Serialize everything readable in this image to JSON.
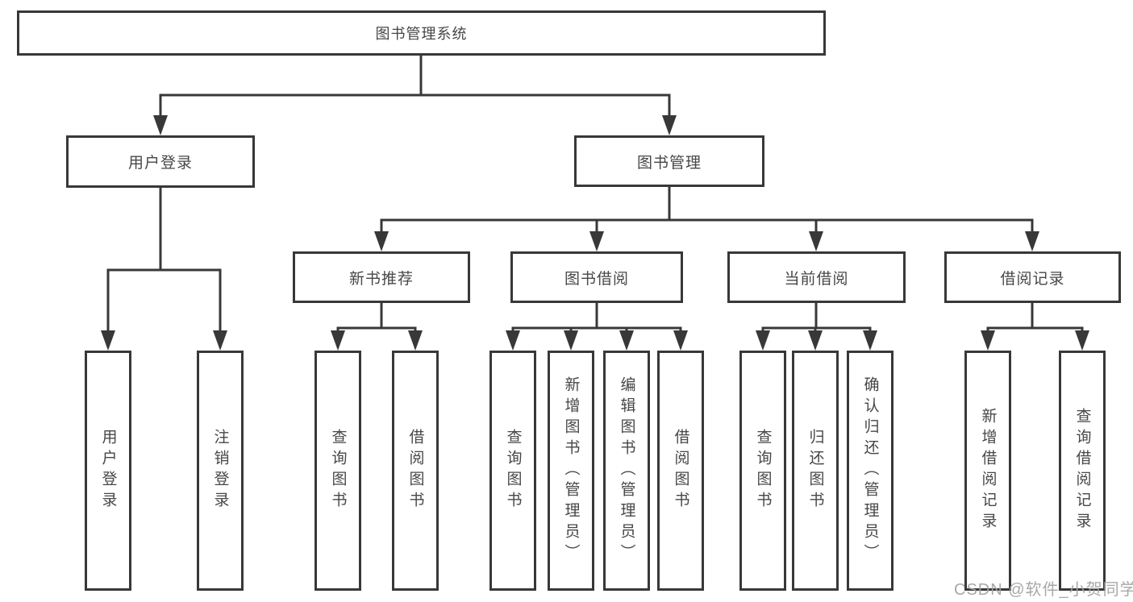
{
  "colors": {
    "line": "#383838",
    "box_border": "#383838",
    "text": "#474747",
    "watermark": "#a3a3a3",
    "background": "#ffffff"
  },
  "tree": {
    "label": "图书管理系统",
    "children": [
      {
        "label": "用户登录",
        "children": [
          {
            "label": "用户登录"
          },
          {
            "label": "注销登录"
          }
        ]
      },
      {
        "label": "图书管理",
        "children": [
          {
            "label": "新书推荐",
            "children": [
              {
                "label": "查询图书"
              },
              {
                "label": "借阅图书"
              }
            ]
          },
          {
            "label": "图书借阅",
            "children": [
              {
                "label": "查询图书"
              },
              {
                "label": "新增图书（管理员）"
              },
              {
                "label": "编辑图书（管理员）"
              },
              {
                "label": "借阅图书"
              }
            ]
          },
          {
            "label": "当前借阅",
            "children": [
              {
                "label": "查询图书"
              },
              {
                "label": "归还图书"
              },
              {
                "label": "确认归还（管理员）"
              }
            ]
          },
          {
            "label": "借阅记录",
            "children": [
              {
                "label": "新增借阅记录"
              },
              {
                "label": "查询借阅记录"
              }
            ]
          }
        ]
      }
    ]
  },
  "watermark": "CSDN @软件_小贺同学"
}
